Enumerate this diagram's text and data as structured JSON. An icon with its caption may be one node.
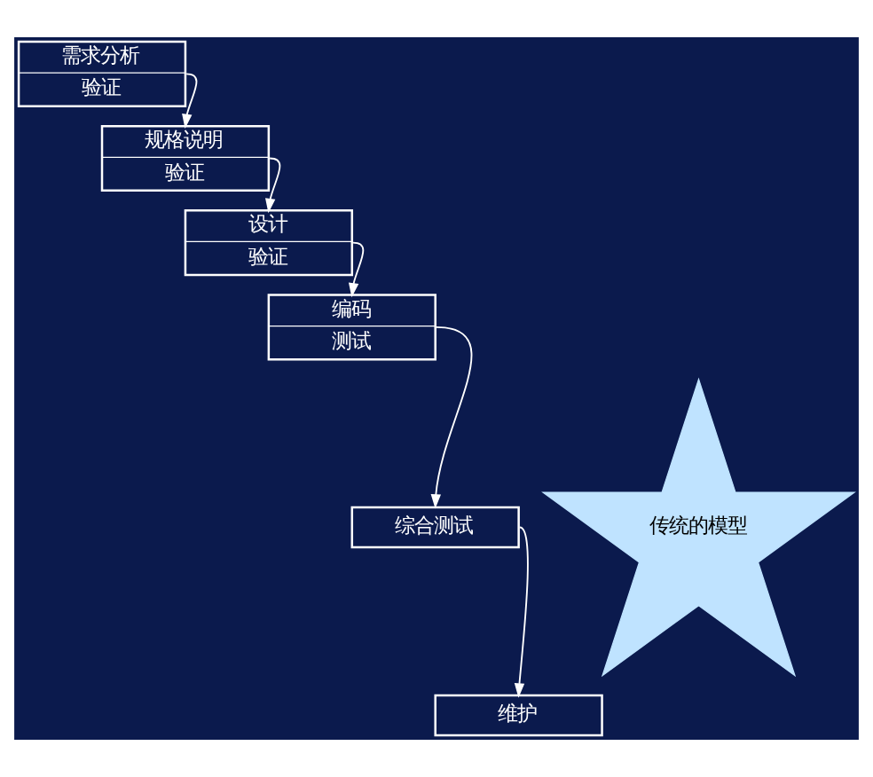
{
  "diagram": {
    "nodes": [
      {
        "text": [
          "需求分析",
          "验证"
        ]
      },
      {
        "text": [
          "规格说明",
          "验证"
        ]
      },
      {
        "text": [
          "设计",
          "验证"
        ]
      },
      {
        "text": [
          "编码",
          "测试"
        ]
      },
      {
        "text": [
          "综合测试"
        ]
      },
      {
        "text": [
          "维护"
        ]
      },
      {
        "text": [
          "传统的模型"
        ]
      }
    ],
    "edges": [
      {
        "from": 0,
        "to": 1,
        "arrow": "to"
      },
      {
        "from": 1,
        "to": 2,
        "arrow": "to"
      },
      {
        "from": 2,
        "to": 3,
        "arrow": "to"
      },
      {
        "from": 3,
        "to": 4,
        "arrow": "to"
      },
      {
        "from": 4,
        "to": 5,
        "arrow": "to"
      }
    ]
  }
}
